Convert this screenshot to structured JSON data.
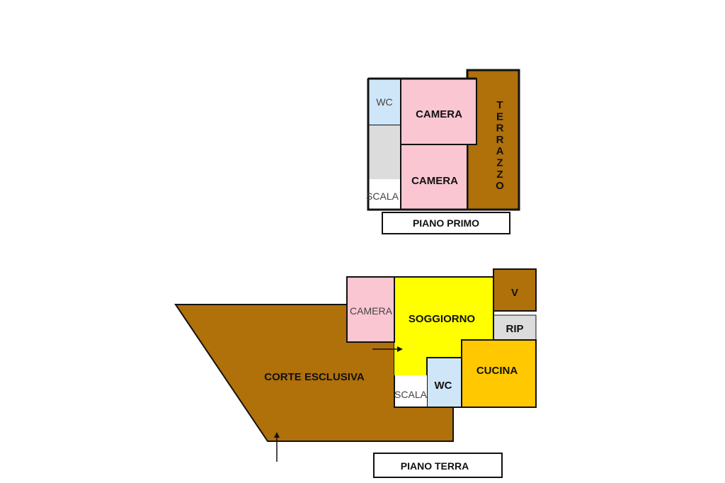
{
  "upper_floor": {
    "title": "PIANO PRIMO",
    "rooms": {
      "wc": "WC",
      "camera_top": "CAMERA",
      "camera_bottom": "CAMERA",
      "scala": "SCALA",
      "terrazzo": [
        "T",
        "E",
        "R",
        "R",
        "A",
        "Z",
        "Z",
        "O"
      ]
    }
  },
  "ground_floor": {
    "title": "PIANO TERRA",
    "rooms": {
      "camera": "CAMERA",
      "soggiorno": "SOGGIORNO",
      "v": "V",
      "rip": "RIP",
      "cucina": "CUCINA",
      "wc": "WC",
      "scala": "SCALA",
      "corte": "CORTE ESCLUSIVA"
    }
  },
  "colors": {
    "brown": "#b0700a",
    "pink": "#f9c6d2",
    "light_blue": "#cfe6f8",
    "gray": "#dcdcdc",
    "yellow": "#ffff00",
    "orange": "#ffc800",
    "wall": "#111111"
  }
}
